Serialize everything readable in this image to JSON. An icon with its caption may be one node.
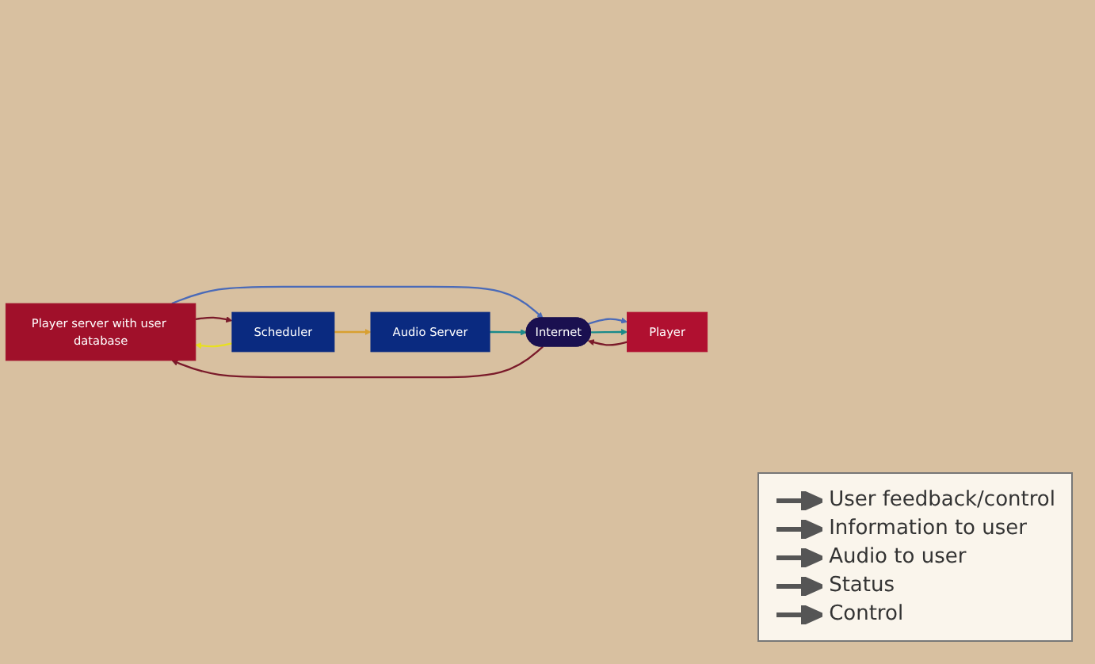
{
  "diagram": {
    "nodes": [
      {
        "text": [
          "Player server with user database"
        ]
      },
      {
        "text": [
          "Player"
        ]
      },
      {
        "text": [
          "Scheduler"
        ]
      },
      {
        "text": [
          "Audio Server"
        ]
      },
      {
        "text": [
          "Internet"
        ]
      }
    ],
    "edges": [
      {
        "from": 1,
        "to": 4,
        "arrow": "to",
        "color": "#7a1a2a"
      },
      {
        "from": 4,
        "to": 0,
        "arrow": "to",
        "color": "#7a1a2a"
      },
      {
        "from": 0,
        "to": 4,
        "arrow": "to",
        "color": "#4a6ab8"
      },
      {
        "from": 4,
        "to": 1,
        "arrow": "to",
        "color": "#4a6ab8"
      },
      {
        "from": 0,
        "to": 2,
        "arrow": "to",
        "color": "#7a1a2a"
      },
      {
        "from": 2,
        "to": 0,
        "arrow": "to",
        "color": "#e8e020"
      },
      {
        "from": 2,
        "to": 3,
        "arrow": "to",
        "color": "#d8a030"
      },
      {
        "from": 3,
        "to": 4,
        "arrow": "to",
        "color": "#1a8a8a"
      },
      {
        "from": 4,
        "to": 1,
        "arrow": "to",
        "color": "#1a8a8a"
      }
    ],
    "legend": [
      {
        "text": "User feedback/control"
      },
      {
        "text": "Information to user"
      },
      {
        "text": "Audio to user"
      },
      {
        "text": "Status"
      },
      {
        "text": "Control"
      }
    ]
  }
}
